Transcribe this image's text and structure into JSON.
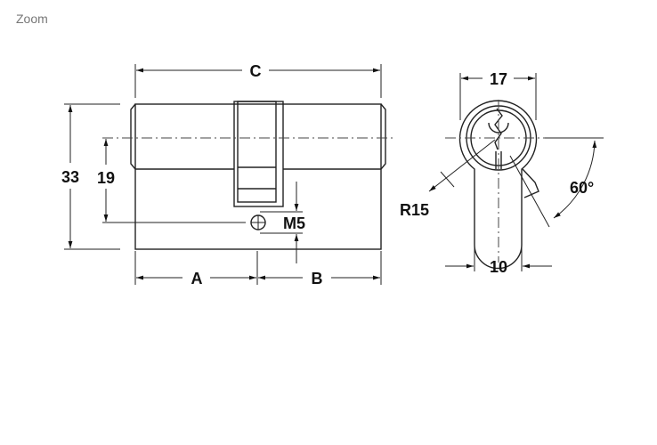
{
  "header": {
    "zoom_label": "Zoom"
  },
  "drawing": {
    "dim_c": "C",
    "dim_a": "A",
    "dim_b": "B",
    "dim_33": "33",
    "dim_19": "19",
    "dim_m5": "M5",
    "dim_17": "17",
    "dim_10": "10",
    "dim_r15": "R15",
    "dim_60": "60°"
  }
}
